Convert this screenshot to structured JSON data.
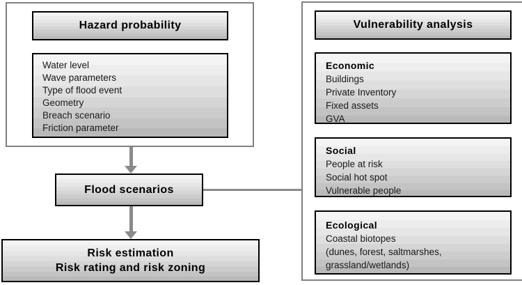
{
  "colors": {
    "container_border": "#808080",
    "box_border": "#000000",
    "arrow_gray": "#8a8a8a",
    "gradient_top": "#f4f4f4",
    "gradient_bottom": "#b9b9b9"
  },
  "left_panel": {
    "header": "Hazard probability",
    "items": [
      "Water level",
      "Wave parameters",
      "Type of flood event",
      "Geometry",
      "Breach scenario",
      "Friction parameter"
    ]
  },
  "flow": {
    "flood_box": "Flood scenarios",
    "risk_line1": "Risk estimation",
    "risk_line2": "Risk rating and risk zoning"
  },
  "right_panel": {
    "header": "Vulnerability analysis",
    "sections": [
      {
        "title": "Economic",
        "items": [
          "Buildings",
          "Private Inventory",
          "Fixed assets",
          "GVA"
        ]
      },
      {
        "title": "Social",
        "items": [
          "People at risk",
          "Social hot spot",
          "Vulnerable people"
        ]
      },
      {
        "title": "Ecological",
        "items": [
          "Coastal biotopes",
          "(dunes, forest, saltmarshes,",
          "grassland/wetlands)"
        ]
      }
    ]
  }
}
